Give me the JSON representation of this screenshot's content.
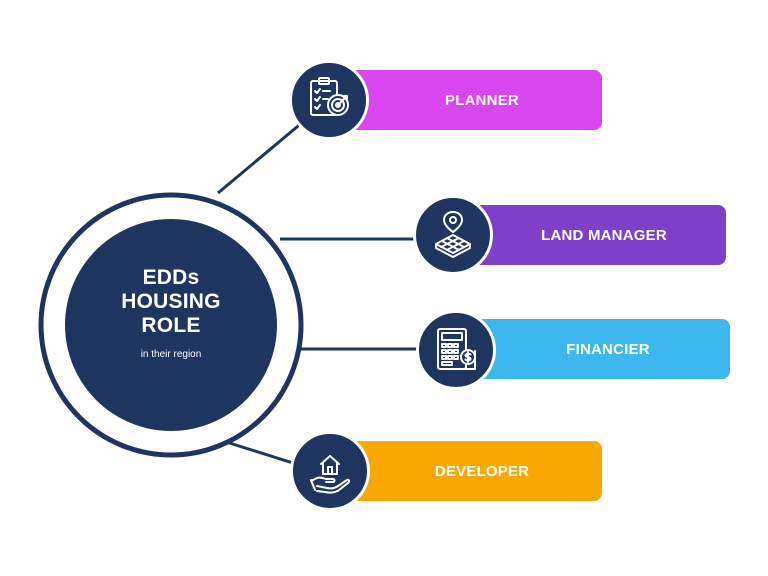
{
  "hub": {
    "title_lines": [
      "EDDs",
      "HOUSING",
      "ROLE"
    ],
    "subtitle": "in their region"
  },
  "roles": [
    {
      "label": "PLANNER",
      "color": "#d946ef",
      "icon": "clipboard-target-icon"
    },
    {
      "label": "LAND MANAGER",
      "color": "#7e3fc9",
      "icon": "land-plot-pin-icon"
    },
    {
      "label": "FINANCIER",
      "color": "#3db8ee",
      "icon": "calculator-finance-icon"
    },
    {
      "label": "DEVELOPER",
      "color": "#f8a800",
      "icon": "hand-house-icon"
    }
  ],
  "colors": {
    "navy": "#1e3560",
    "background": "#ffffff"
  }
}
